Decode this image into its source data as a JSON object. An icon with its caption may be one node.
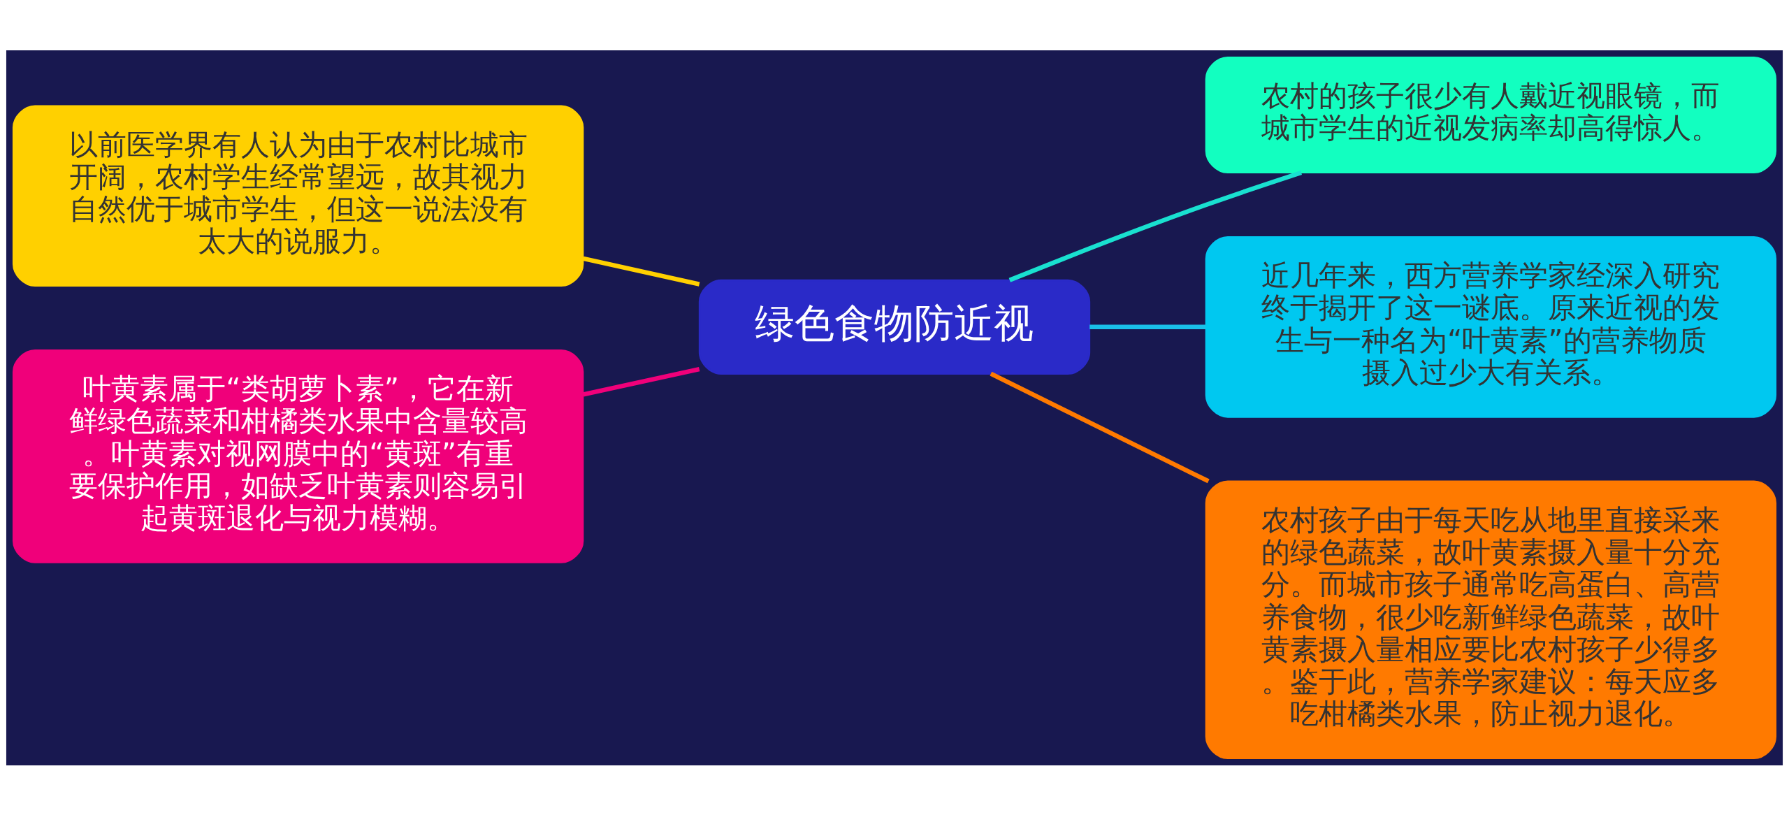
{
  "diagram": {
    "nodes": [
      {
        "text": [
          "绿色食物防近视"
        ]
      },
      {
        "text": [
          "农村的孩子很少有人戴近视眼镜，而城市学生的近视发病率却高得惊人。"
        ]
      },
      {
        "text": [
          "近几年来，西方营养学家经深入研究终于揭开了这一谜底。原来近视的发生与一种名为“叶黄素”的营养物质摄入过少大有关系。"
        ]
      },
      {
        "text": [
          "农村孩子由于每天吃从地里直接采来的绿色蔬菜，故叶黄素摄入量十分充分。而城市孩子通常吃高蛋白、高营养食物，很少吃新鲜绿色蔬菜，故叶黄素摄入量相应要比农村孩子少得多。鉴于此，营养学家建议：每天应多吃柑橘类水果，防止视力退化。"
        ]
      },
      {
        "text": [
          "以前医学界有人认为由于农村比城市开阔，农村学生经常望远，故其视力自然优于城市学生，但这一说法没有太大的说服力。"
        ]
      },
      {
        "text": [
          "叶黄素属于“类胡萝卜素”，它在新鲜绿色蔬菜和柑橘类水果中含量较高。叶黄素对视网膜中的“黄斑”有重要保护作用，如缺乏叶黄素则容易引起黄斑退化与视力模糊。"
        ]
      }
    ],
    "edges": [
      {
        "from": 0,
        "to": 1,
        "arrow": "none",
        "color": "#19e0d0"
      },
      {
        "from": 0,
        "to": 2,
        "arrow": "none",
        "color": "#19c0e8"
      },
      {
        "from": 0,
        "to": 3,
        "arrow": "none",
        "color": "#ff7a00"
      },
      {
        "from": 0,
        "to": 4,
        "arrow": "none",
        "color": "#ffd000"
      },
      {
        "from": 0,
        "to": 5,
        "arrow": "none",
        "color": "#f0007a"
      }
    ]
  }
}
